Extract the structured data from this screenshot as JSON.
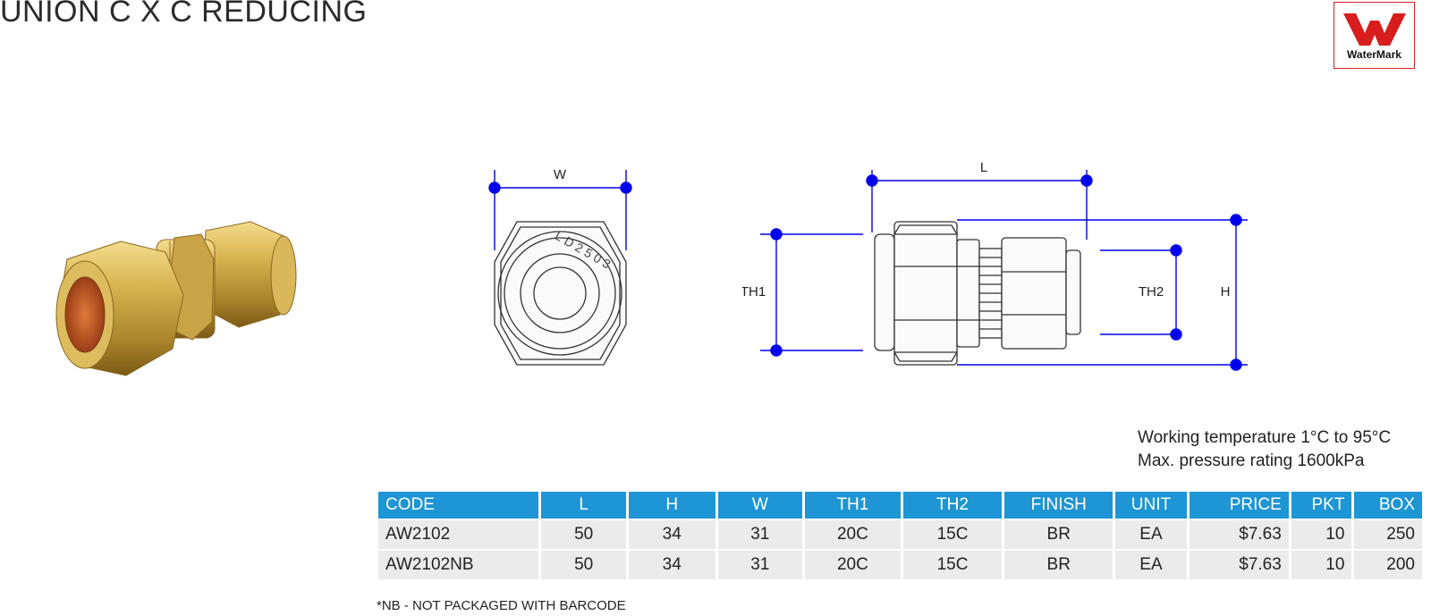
{
  "page": {
    "title": "UNION C X C REDUCING",
    "logo_text": "WaterMark"
  },
  "diagram": {
    "end_view": {
      "w_label": "W",
      "marking": "LD2503"
    },
    "side_view": {
      "l_label": "L",
      "th1_label": "TH1",
      "th2_label": "TH2",
      "h_label": "H"
    }
  },
  "specs": {
    "working_temperature": "Working temperature 1°C to 95°C",
    "max_pressure": "Max. pressure rating 1600kPa"
  },
  "table": {
    "headers": [
      "CODE",
      "L",
      "H",
      "W",
      "TH1",
      "TH2",
      "FINISH",
      "UNIT",
      "PRICE",
      "PKT",
      "BOX"
    ],
    "rows": [
      [
        "AW2102",
        "50",
        "34",
        "31",
        "20C",
        "15C",
        "BR",
        "EA",
        "$7.63",
        "10",
        "250"
      ],
      [
        "AW2102NB",
        "50",
        "34",
        "31",
        "20C",
        "15C",
        "BR",
        "EA",
        "$7.63",
        "10",
        "200"
      ]
    ]
  },
  "footnote": "*NB - NOT PACKAGED WITH BARCODE",
  "colors": {
    "header_blue": "#1e95d4",
    "row_gray": "#ebebeb",
    "dimension_blue": "#0000ee",
    "brass": "#c9a13a",
    "logo_red": "#d81d1d"
  }
}
